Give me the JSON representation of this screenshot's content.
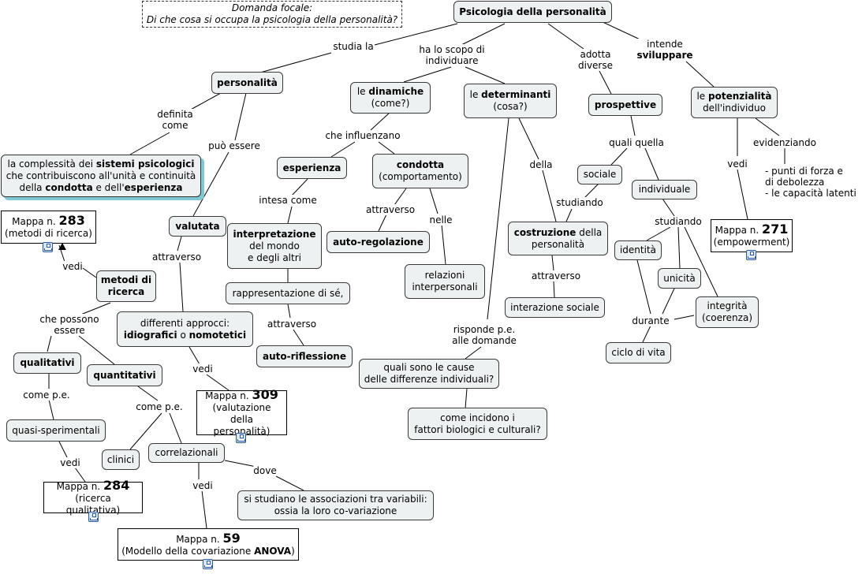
{
  "focal": {
    "line1": "Domanda focale:",
    "line2": "Di che cosa si occupa la psicologia della personalità?"
  },
  "nodes": {
    "root": "Psicologia della personalità",
    "personalita": "personalità",
    "definizione": {
      "a": "la complessità dei ",
      "b": "sistemi psicologici",
      "c": "che contribuiscono all'unità e continuità",
      "d": "della ",
      "e": "condotta",
      "f": " e dell'",
      "g": "esperienza"
    },
    "dinamiche": {
      "pre": "le ",
      "b": "dinamiche",
      "sub": "(come?)"
    },
    "determinanti": {
      "pre": "le ",
      "b": "determinanti",
      "sub": "(cosa?)"
    },
    "prospettive": "prospettive",
    "potenzialita": {
      "pre": "le ",
      "b": "potenzialità",
      "sub": "dell'individuo"
    },
    "esperienza": "esperienza",
    "condotta": {
      "b": "condotta",
      "sub": "(comportamento)"
    },
    "interpretazione": {
      "b": "interpretazione",
      "l2": "del mondo",
      "l3": "e degli altri"
    },
    "autoregolazione": "auto-regolazione",
    "relazioni": {
      "l1": "relazioni",
      "l2": "interpersonali"
    },
    "rappresentazione": "rappresentazione di sé,",
    "autoriflessione": "auto-riflessione",
    "valutata": "valutata",
    "metodi": {
      "l1": "metodi di",
      "l2": "ricerca"
    },
    "approcci": {
      "l1": "differenti approcci:",
      "b1": "idiografici",
      "o": " o ",
      "b2": "nomotetici"
    },
    "qualitativi": "qualitativi",
    "quantitativi": "quantitativi",
    "quasi": "quasi-sperimentali",
    "clinici": "clinici",
    "correlazionali": "correlazionali",
    "associazioni": {
      "l1": "si studiano le associazioni tra variabili:",
      "l2": "ossia la loro co-variazione"
    },
    "cause": {
      "l1": "quali sono le cause",
      "l2": "delle differenze individuali?"
    },
    "fattori": {
      "l1": "come incidono i",
      "l2": "fattori biologici e culturali?"
    },
    "costruzione": {
      "b": "costruzione",
      "rest": " della",
      "l2": "personalità"
    },
    "interazione": "interazione sociale",
    "sociale": "sociale",
    "individuale": "individuale",
    "identita": "identità",
    "unicita": "unicità",
    "integrita": {
      "l1": "integrità",
      "l2": "(coerenza)"
    },
    "ciclo": "ciclo di vita",
    "punti": {
      "l1": "- punti di forza e",
      "l2": "di debolezza",
      "l3": "- le capacità latenti"
    }
  },
  "maps": {
    "m283": {
      "pre": "Mappa n. ",
      "num": "283",
      "sub": "(metodi di ricerca)"
    },
    "m309": {
      "pre": "Mappa n. ",
      "num": "309",
      "sub1": "(valutazione della",
      "sub2": "personalità)"
    },
    "m284": {
      "pre": "Mappa n. ",
      "num": "284",
      "sub": "(ricerca qualitativa)"
    },
    "m59": {
      "pre": "Mappa n. ",
      "num": "59",
      "sub_a": "(Modello della covariazione ",
      "sub_b": "ANOVA",
      "sub_c": ")"
    },
    "m271": {
      "pre": "Mappa n. ",
      "num": "271",
      "sub": "(empowerment)"
    }
  },
  "links": {
    "studia": "studia la",
    "scopo1": "ha lo scopo di",
    "scopo2": "individuare",
    "adotta1": "adotta",
    "adotta2": "diverse",
    "intende": "intende",
    "sviluppare": "sviluppare",
    "definita1": "definita",
    "definita2": "come",
    "puo": "può essere",
    "influenzano": "che influenzano",
    "intesa": "intesa come",
    "attraverso1": "attraverso",
    "nelle": "nelle",
    "attraverso2": "attraverso",
    "attraverso3": "attraverso",
    "vedi1": "vedi",
    "possono1": "che possono",
    "possono2": "essere",
    "vedi2": "vedi",
    "comepe1": "come p.e.",
    "comepe2": "come p.e.",
    "vedi3": "vedi",
    "vedi4": "vedi",
    "dove": "dove",
    "risponde1": "risponde p.e.",
    "risponde2": "alle domande",
    "della": "della",
    "attraverso4": "attraverso",
    "quali": "quali quella",
    "studiando1": "studiando",
    "studiando2": "studiando",
    "durante": "durante",
    "vedi5": "vedi",
    "evidenziando": "evidenziando"
  }
}
